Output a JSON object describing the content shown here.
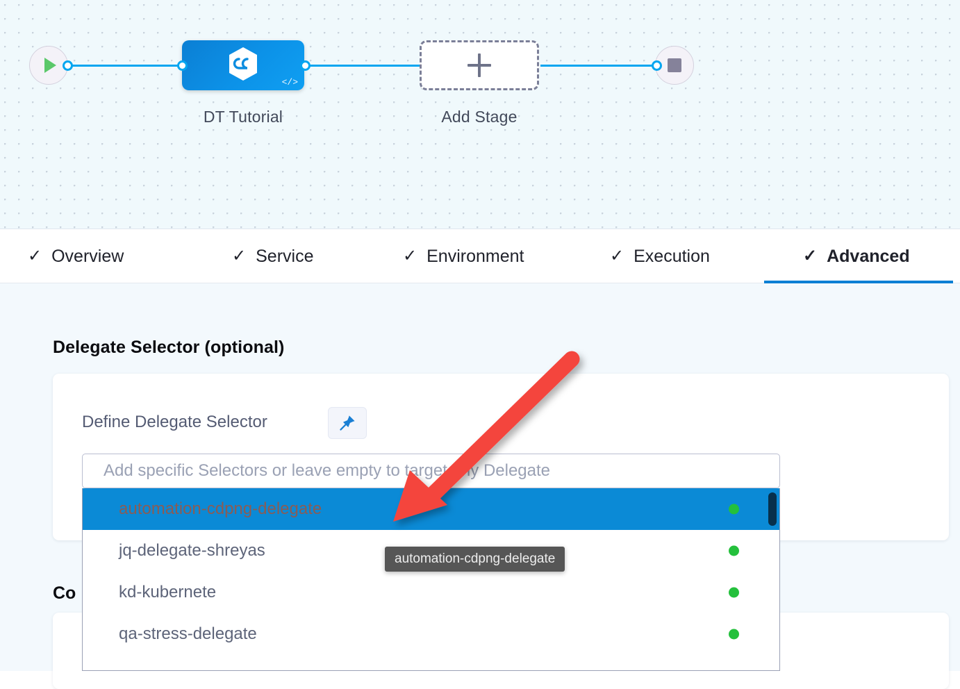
{
  "pipeline": {
    "start_node": {
      "icon": "play-icon",
      "name": "start-node"
    },
    "end_node": {
      "icon": "stop-icon",
      "name": "end-node"
    },
    "stage": {
      "label": "DT Tutorial",
      "icon": "harness-hexagon-icon",
      "code_badge": "</>"
    },
    "add_stage": {
      "label": "Add Stage",
      "icon": "plus-icon"
    }
  },
  "tabs": [
    {
      "label": "Overview",
      "check": "✓",
      "active": false
    },
    {
      "label": "Service",
      "check": "✓",
      "active": false
    },
    {
      "label": "Environment",
      "check": "✓",
      "active": false
    },
    {
      "label": "Execution",
      "check": "✓",
      "active": false
    },
    {
      "label": "Advanced",
      "check": "✓",
      "active": true
    }
  ],
  "main": {
    "section_title": "Delegate Selector (optional)",
    "section_title_2": "Co",
    "field_label": "Define Delegate Selector",
    "pin_icon": "pushpin-icon",
    "selector_input": {
      "value": "",
      "placeholder": "Add specific Selectors or leave empty to target any Delegate"
    },
    "dropdown": {
      "items": [
        {
          "label": "automation-cdpng-delegate",
          "status": "connected",
          "selected": true
        },
        {
          "label": "jq-delegate-shreyas",
          "status": "connected",
          "selected": false
        },
        {
          "label": "kd-kubernete",
          "status": "connected",
          "selected": false
        },
        {
          "label": "qa-stress-delegate",
          "status": "connected",
          "selected": false
        }
      ],
      "scrollbar": "vertical-scrollbar"
    },
    "tooltip": "automation-cdpng-delegate"
  },
  "annotation": {
    "arrow": "red-pointer-arrow",
    "color": "#f4453c"
  },
  "colors": {
    "accent_blue": "#0b7fd4",
    "selected_blue": "#0b8ad6",
    "status_green": "#24c03c",
    "canvas_bg": "#f0f9fc",
    "body_bg": "#f3f9fd",
    "annotation_red": "#f4453c"
  }
}
